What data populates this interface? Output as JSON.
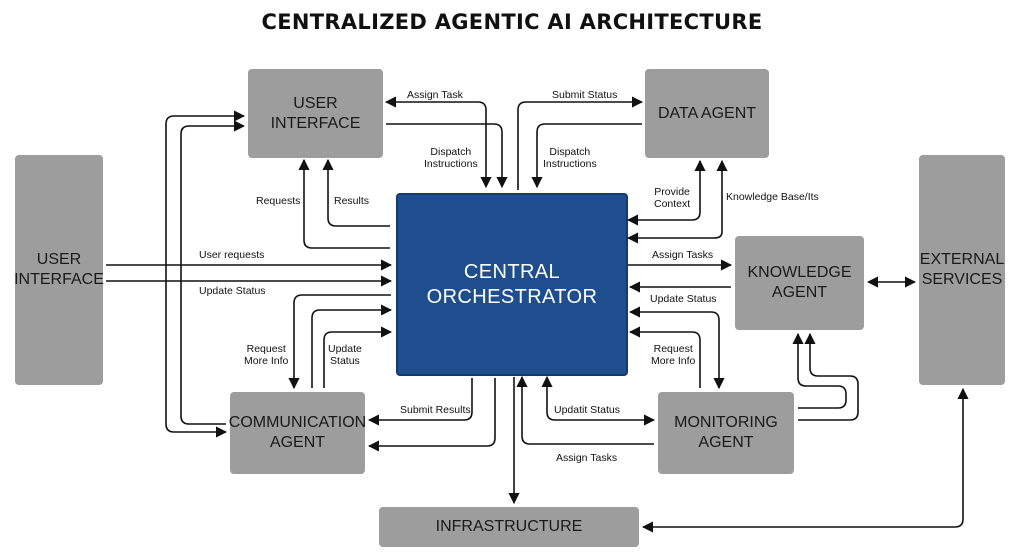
{
  "title": "CENTRALIZED AGENTIC AI ARCHITECTURE",
  "nodes": {
    "ui_top": "USER INTERFACE",
    "data_agent": "DATA AGENT",
    "user_interface_left": "USER\nINTERFACE",
    "central": "CENTRAL\nORCHESTRATOR",
    "knowledge_agent": "KNOWLEDGE\nAGENT",
    "external_services": "EXTERNAL\nSERVICES",
    "communication_agent": "COMMUNICATION\nAGENT",
    "monitoring_agent": "MONITORING\nAGENT",
    "infrastructure": "INFRASTRUCTURE"
  },
  "edge_labels": {
    "assign_task": "Assign Task",
    "submit_status": "Submit Status",
    "dispatch_instructions_left": "Dispatch\nInstructions",
    "dispatch_instructions_right": "Dispatch\nInstructions",
    "requests": "Requests",
    "results": "Results",
    "provide_context": "Provide\nContext",
    "knowledge_base": "Knowledge Base/Its",
    "user_requests": "User requests",
    "update_status_left": "Update Status",
    "assign_tasks_right": "Assign Tasks",
    "update_status_right": "Update Status",
    "request_more_info_left": "Request\nMore Info",
    "update_status_comm": "Update\nStatus",
    "request_more_info_right": "Request\nMore Info",
    "submit_results": "Submit Results",
    "updatit_status": "Updatit Status",
    "assign_tasks_bottom": "Assign Tasks"
  },
  "colors": {
    "node_gray": "#9d9d9d",
    "central_blue": "#1f4e8f",
    "line": "#111111"
  }
}
